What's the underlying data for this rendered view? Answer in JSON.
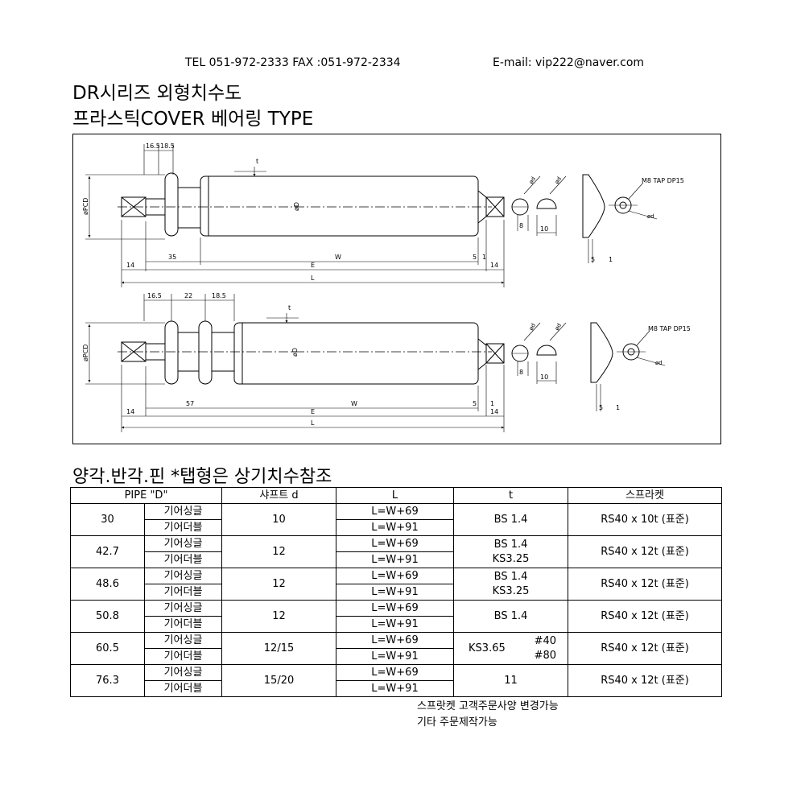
{
  "header": {
    "tel": "TEL 051-972-2333 FAX :051-972-2334",
    "email": "E-mail: vip222@naver.com"
  },
  "titles": {
    "line1": "DR시리즈 외형치수도",
    "line2": "프라스틱COVER 베어링 TYPE"
  },
  "drawing": {
    "labels": {
      "d16_5": "16.5",
      "d18_5": "18.5",
      "d22": "22",
      "d35": "35",
      "d57": "57",
      "d14": "14",
      "w": "W",
      "e": "E",
      "l": "L",
      "d5": "5",
      "d1": "1",
      "d8": "8",
      "d10": "10",
      "t": "t",
      "pcd": "øPCD",
      "od": "øD",
      "dd": "ød",
      "tap": "M8 TAP DP15"
    }
  },
  "spec": {
    "title": "양각.반각.핀   *탭형은 상기치수참조",
    "headers": [
      "PIPE \"D\"",
      "샤프트 d",
      "L",
      "t",
      "스프라켓"
    ],
    "single_label": "기어싱글",
    "double_label": "기어더블",
    "rows": [
      {
        "pipe": "30",
        "shaft": "10",
        "l_single": "L=W+69",
        "l_double": "L=W+91",
        "t": [
          "BS 1.4"
        ],
        "sprocket": "RS40 x 10t (표준)"
      },
      {
        "pipe": "42.7",
        "shaft": "12",
        "l_single": "L=W+69",
        "l_double": "L=W+91",
        "t": [
          "BS 1.4",
          "KS3.25"
        ],
        "sprocket": "RS40 x 12t (표준)"
      },
      {
        "pipe": "48.6",
        "shaft": "12",
        "l_single": "L=W+69",
        "l_double": "L=W+91",
        "t": [
          "BS 1.4",
          "KS3.25"
        ],
        "sprocket": "RS40 x 12t (표준)"
      },
      {
        "pipe": "50.8",
        "shaft": "12",
        "l_single": "L=W+69",
        "l_double": "L=W+91",
        "t": [
          "BS 1.4"
        ],
        "sprocket": "RS40 x 12t (표준)"
      },
      {
        "pipe": "60.5",
        "shaft": "12/15",
        "l_single": "L=W+69",
        "l_double": "L=W+91",
        "t_left": "KS3.65",
        "t_right": [
          "#40",
          "#80"
        ],
        "sprocket": "RS40 x 12t (표준)"
      },
      {
        "pipe": "76.3",
        "shaft": "15/20",
        "l_single": "L=W+69",
        "l_double": "L=W+91",
        "t": [
          "11"
        ],
        "sprocket": "RS40 x 12t (표준)"
      }
    ]
  },
  "notes": {
    "line1": "스프랏켓 고객주문사양 변경가능",
    "line2": "기타 주문제작가능"
  }
}
